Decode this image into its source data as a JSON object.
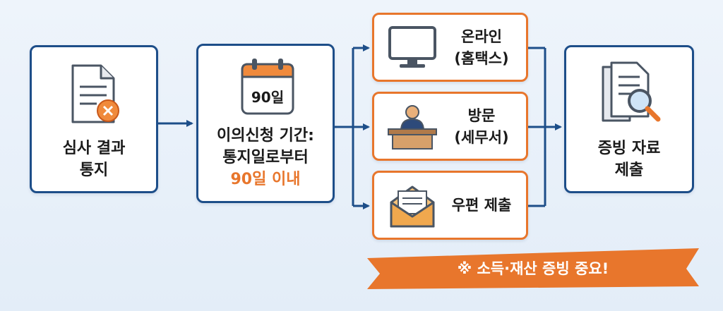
{
  "step1": {
    "line1": "심사 결과",
    "line2": "통지"
  },
  "step2": {
    "calendar_text": "90일",
    "line1": "이의신청 기간:",
    "line2": "통지일로부터",
    "line3": "90일 이내"
  },
  "routes": [
    {
      "line1": "온라인",
      "line2": "(홈택스)",
      "icon": "computer-monitor-icon"
    },
    {
      "line1": "방문",
      "line2": "(세무서)",
      "icon": "tax-office-desk-icon"
    },
    {
      "line1": "우편 제출",
      "icon": "mail-envelope-icon"
    }
  ],
  "step4": {
    "line1": "증빙 자료",
    "line2": "제출"
  },
  "note": "※ 소득·재산 증빙 중요!",
  "colors": {
    "navy": "#1d4e89",
    "orange": "#e8762c"
  }
}
